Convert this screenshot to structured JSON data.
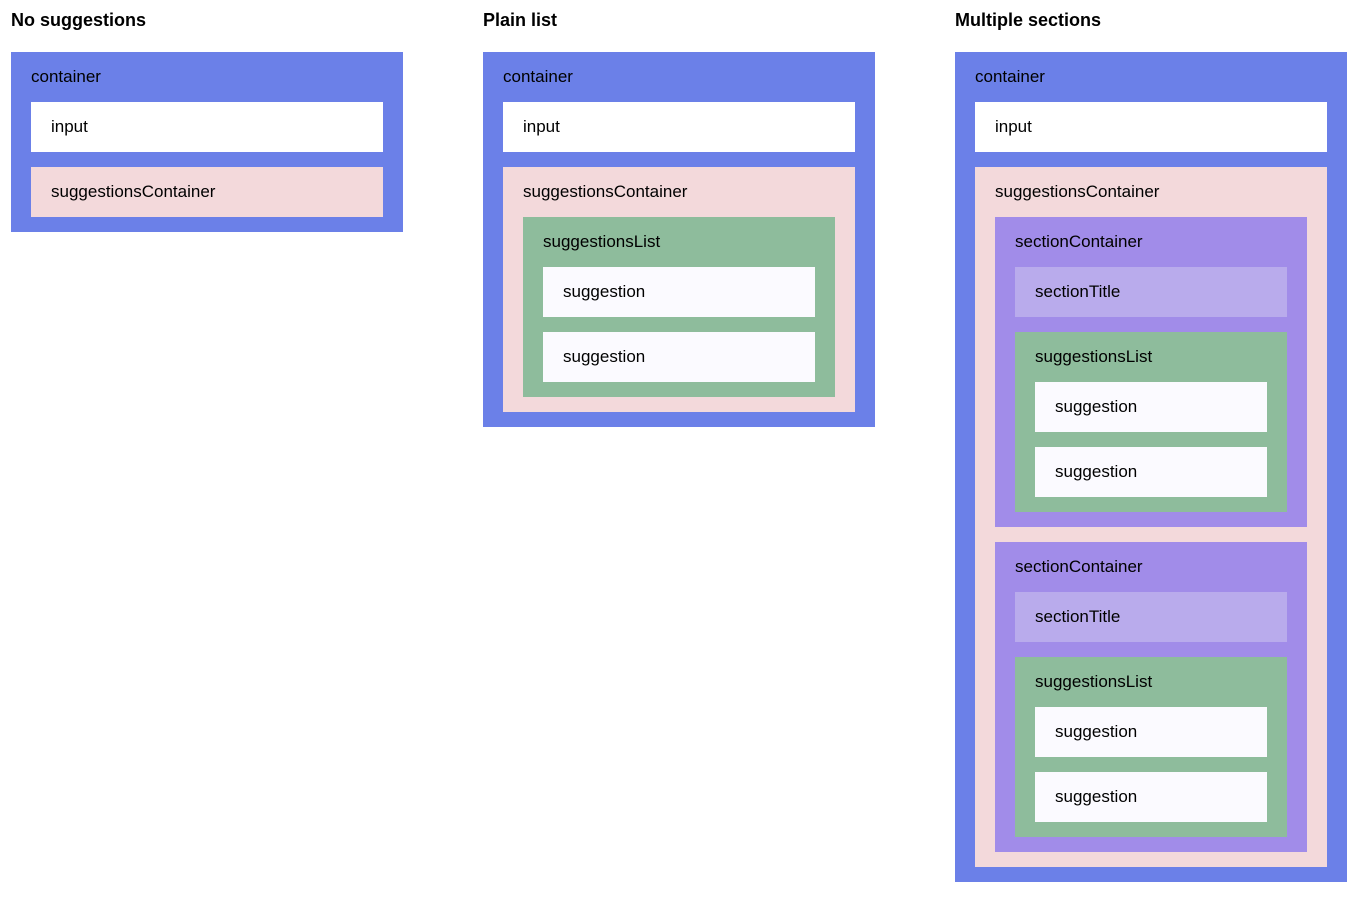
{
  "page": {
    "background_color": "#ffffff",
    "text_color": "#000000"
  },
  "colors": {
    "container": "#6b80e8",
    "input": "#ffffff",
    "suggestions_container": "#f3d9db",
    "suggestions_list": "#8ebc9c",
    "suggestion": "#fbfaff",
    "section_container": "#a18ce9",
    "section_title": "#b9abec"
  },
  "columns": [
    {
      "heading": "No suggestions",
      "container_label": "container",
      "input_label": "input",
      "suggestions_container_label": "suggestionsContainer"
    },
    {
      "heading": "Plain list",
      "container_label": "container",
      "input_label": "input",
      "suggestions_container_label": "suggestionsContainer",
      "suggestions_list_label": "suggestionsList",
      "suggestion_labels": [
        "suggestion",
        "suggestion"
      ]
    },
    {
      "heading": "Multiple sections",
      "container_label": "container",
      "input_label": "input",
      "suggestions_container_label": "suggestionsContainer",
      "sections": [
        {
          "section_container_label": "sectionContainer",
          "section_title_label": "sectionTitle",
          "suggestions_list_label": "suggestionsList",
          "suggestion_labels": [
            "suggestion",
            "suggestion"
          ]
        },
        {
          "section_container_label": "sectionContainer",
          "section_title_label": "sectionTitle",
          "suggestions_list_label": "suggestionsList",
          "suggestion_labels": [
            "suggestion",
            "suggestion"
          ]
        }
      ]
    }
  ]
}
